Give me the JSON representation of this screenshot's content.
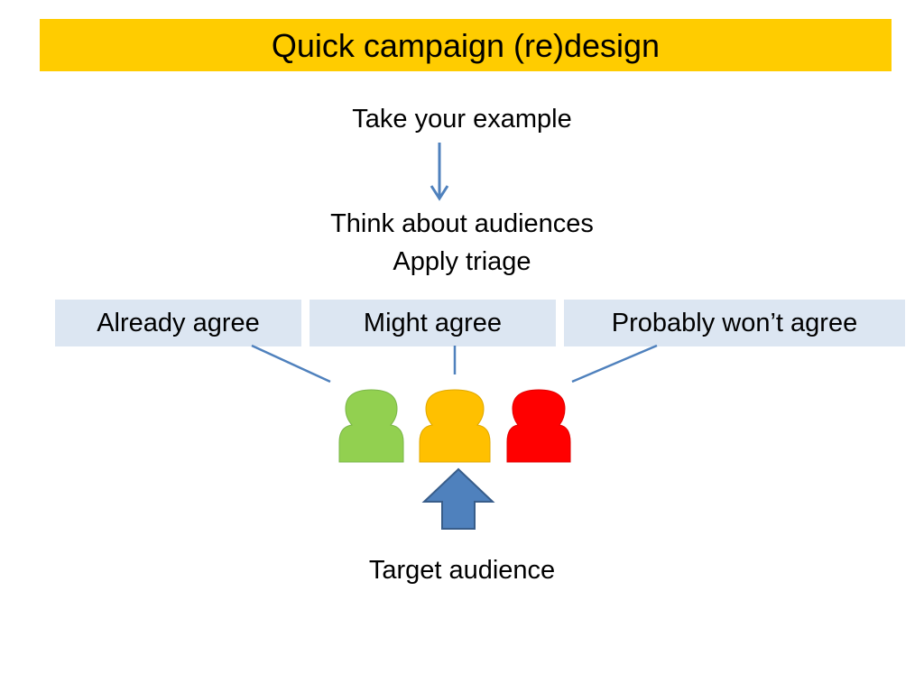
{
  "slide": {
    "title": "Quick campaign (re)design",
    "step_1": "Take your example",
    "step_2_line_1": "Think about audiences",
    "step_2_line_2": "Apply triage",
    "segments": [
      {
        "label": "Already agree",
        "color": "#DCE6F2"
      },
      {
        "label": "Might agree",
        "color": "#DCE6F2"
      },
      {
        "label": "Probably won’t agree",
        "color": "#DCE6F2"
      }
    ],
    "audience_icons": [
      {
        "icon": "person-icon",
        "color": "#92D050"
      },
      {
        "icon": "person-icon",
        "color": "#FFC000"
      },
      {
        "icon": "person-icon",
        "color": "#FF0000"
      }
    ],
    "target_label": "Target audience",
    "colors": {
      "title_bar": "#FFCC00",
      "arrow": "#4F81BD",
      "connector": "#4F81BD"
    }
  }
}
